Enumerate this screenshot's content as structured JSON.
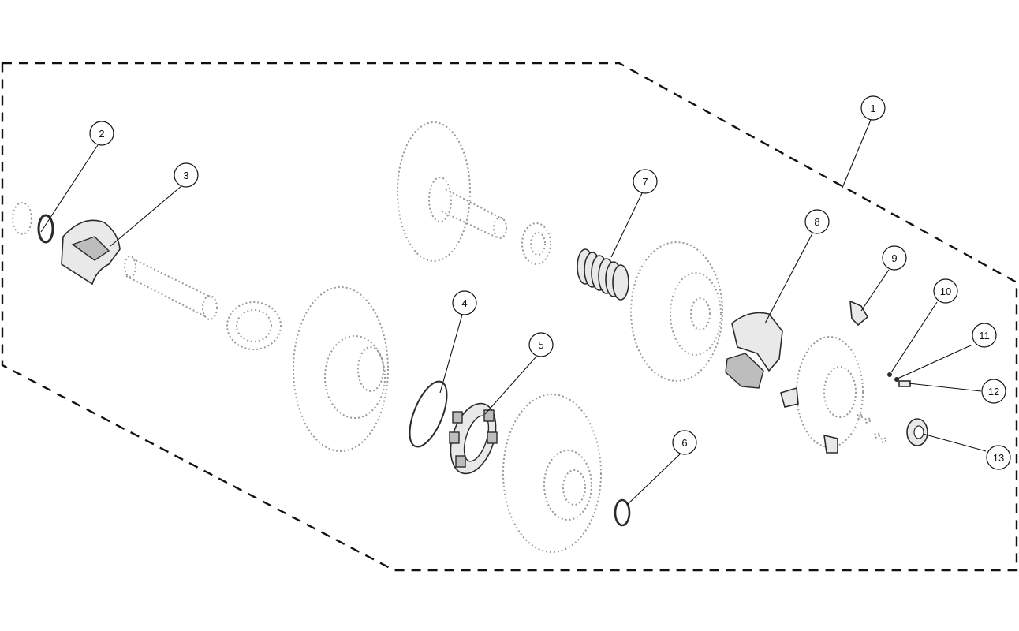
{
  "callouts": [
    {
      "id": "c1",
      "label": "1"
    },
    {
      "id": "c2",
      "label": "2"
    },
    {
      "id": "c3",
      "label": "3"
    },
    {
      "id": "c4",
      "label": "4"
    },
    {
      "id": "c5",
      "label": "5"
    },
    {
      "id": "c6",
      "label": "6"
    },
    {
      "id": "c7",
      "label": "7"
    },
    {
      "id": "c8",
      "label": "8"
    },
    {
      "id": "c9",
      "label": "9"
    },
    {
      "id": "c10",
      "label": "10"
    },
    {
      "id": "c11",
      "label": "11"
    },
    {
      "id": "c12",
      "label": "12"
    },
    {
      "id": "c13",
      "label": "13"
    }
  ],
  "colors": {
    "ink": "#111111",
    "ghost": "#9a9a9a",
    "part_fill": "#e9e9e9"
  }
}
